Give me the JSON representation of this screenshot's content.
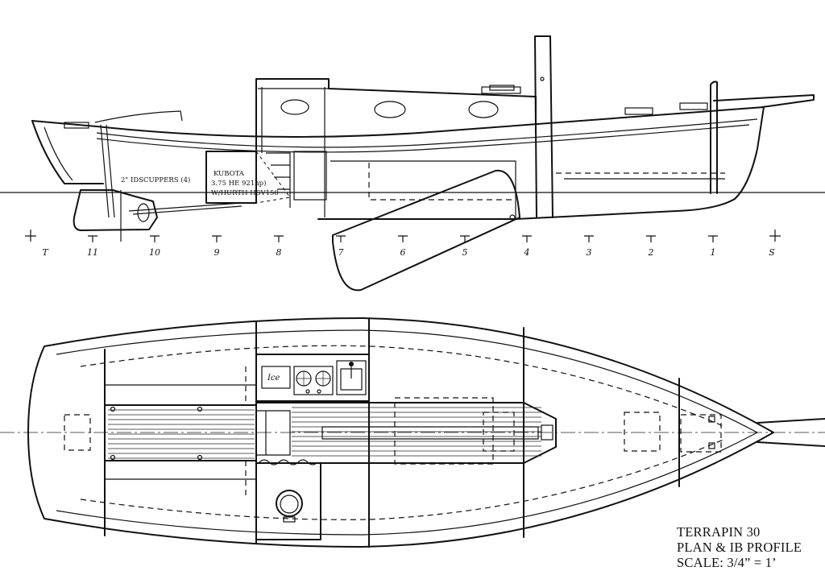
{
  "title_block": {
    "line1": "TERRAPIN 30",
    "line2": "PLAN & IB PROFILE",
    "line3": "SCALE: 3/4” = 1’"
  },
  "profile": {
    "stations": [
      "T",
      "11",
      "10",
      "9",
      "8",
      "7",
      "6",
      "5",
      "4",
      "3",
      "2",
      "1",
      "S"
    ],
    "scuppers_note": "2\" IDSCUPPERS (4)",
    "engine_note": {
      "line1": "KUBOTA",
      "line2": "3.75 HE 921hp)",
      "line3": "W/HURTH HSV150"
    }
  },
  "plan": {
    "icebox_label": "Ice"
  }
}
